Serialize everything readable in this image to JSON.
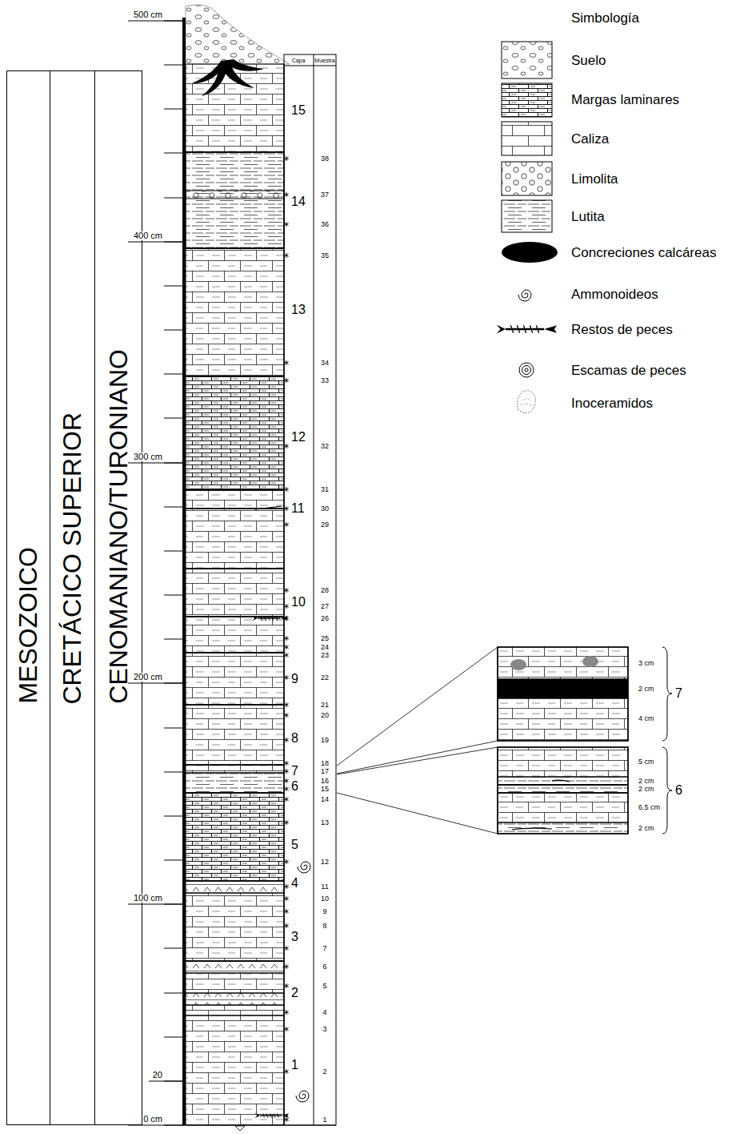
{
  "diagram": {
    "nodes": [
      {
        "text": [
          "MESOZOICO"
        ]
      },
      {
        "text": [
          "CRETÁCICO SUPERIOR"
        ]
      },
      {
        "text": [
          "CENOMANIANO/TURONIANO"
        ]
      }
    ],
    "labels": [
      "Simbología",
      "Capa",
      "Muestra",
      "500 cm",
      "400 cm",
      "300 cm",
      "200 cm",
      "100 cm",
      "20",
      "0 cm",
      "15",
      "14",
      "13",
      "12",
      "11",
      "10",
      "9",
      "8",
      "7",
      "6",
      "5",
      "4",
      "3",
      "2",
      "1",
      "38",
      "37",
      "36",
      "35",
      "34",
      "33",
      "32",
      "31",
      "30",
      "29",
      "28",
      "27",
      "26",
      "25",
      "24",
      "23",
      "22",
      "21",
      "20",
      "19",
      "18",
      "17",
      "16",
      "15",
      "14",
      "13",
      "12",
      "11",
      "10",
      "9",
      "8",
      "7",
      "6",
      "5",
      "4",
      "3",
      "2",
      "1",
      "3 cm",
      "2 cm",
      "4 cm",
      "7",
      "5 cm",
      "2 cm",
      "2 cm",
      "6.5 cm",
      "2 cm",
      "6"
    ],
    "legend": [
      {
        "text": "Suelo"
      },
      {
        "text": "Margas laminares"
      },
      {
        "text": "Caliza"
      },
      {
        "text": "Limolita"
      },
      {
        "text": "Lutita"
      },
      {
        "text": "Concreciones calcáreas"
      },
      {
        "text": "Ammonoideos"
      },
      {
        "text": "Restos de peces"
      },
      {
        "text": "Escamas de peces"
      },
      {
        "text": "Inoceramidos"
      }
    ]
  }
}
